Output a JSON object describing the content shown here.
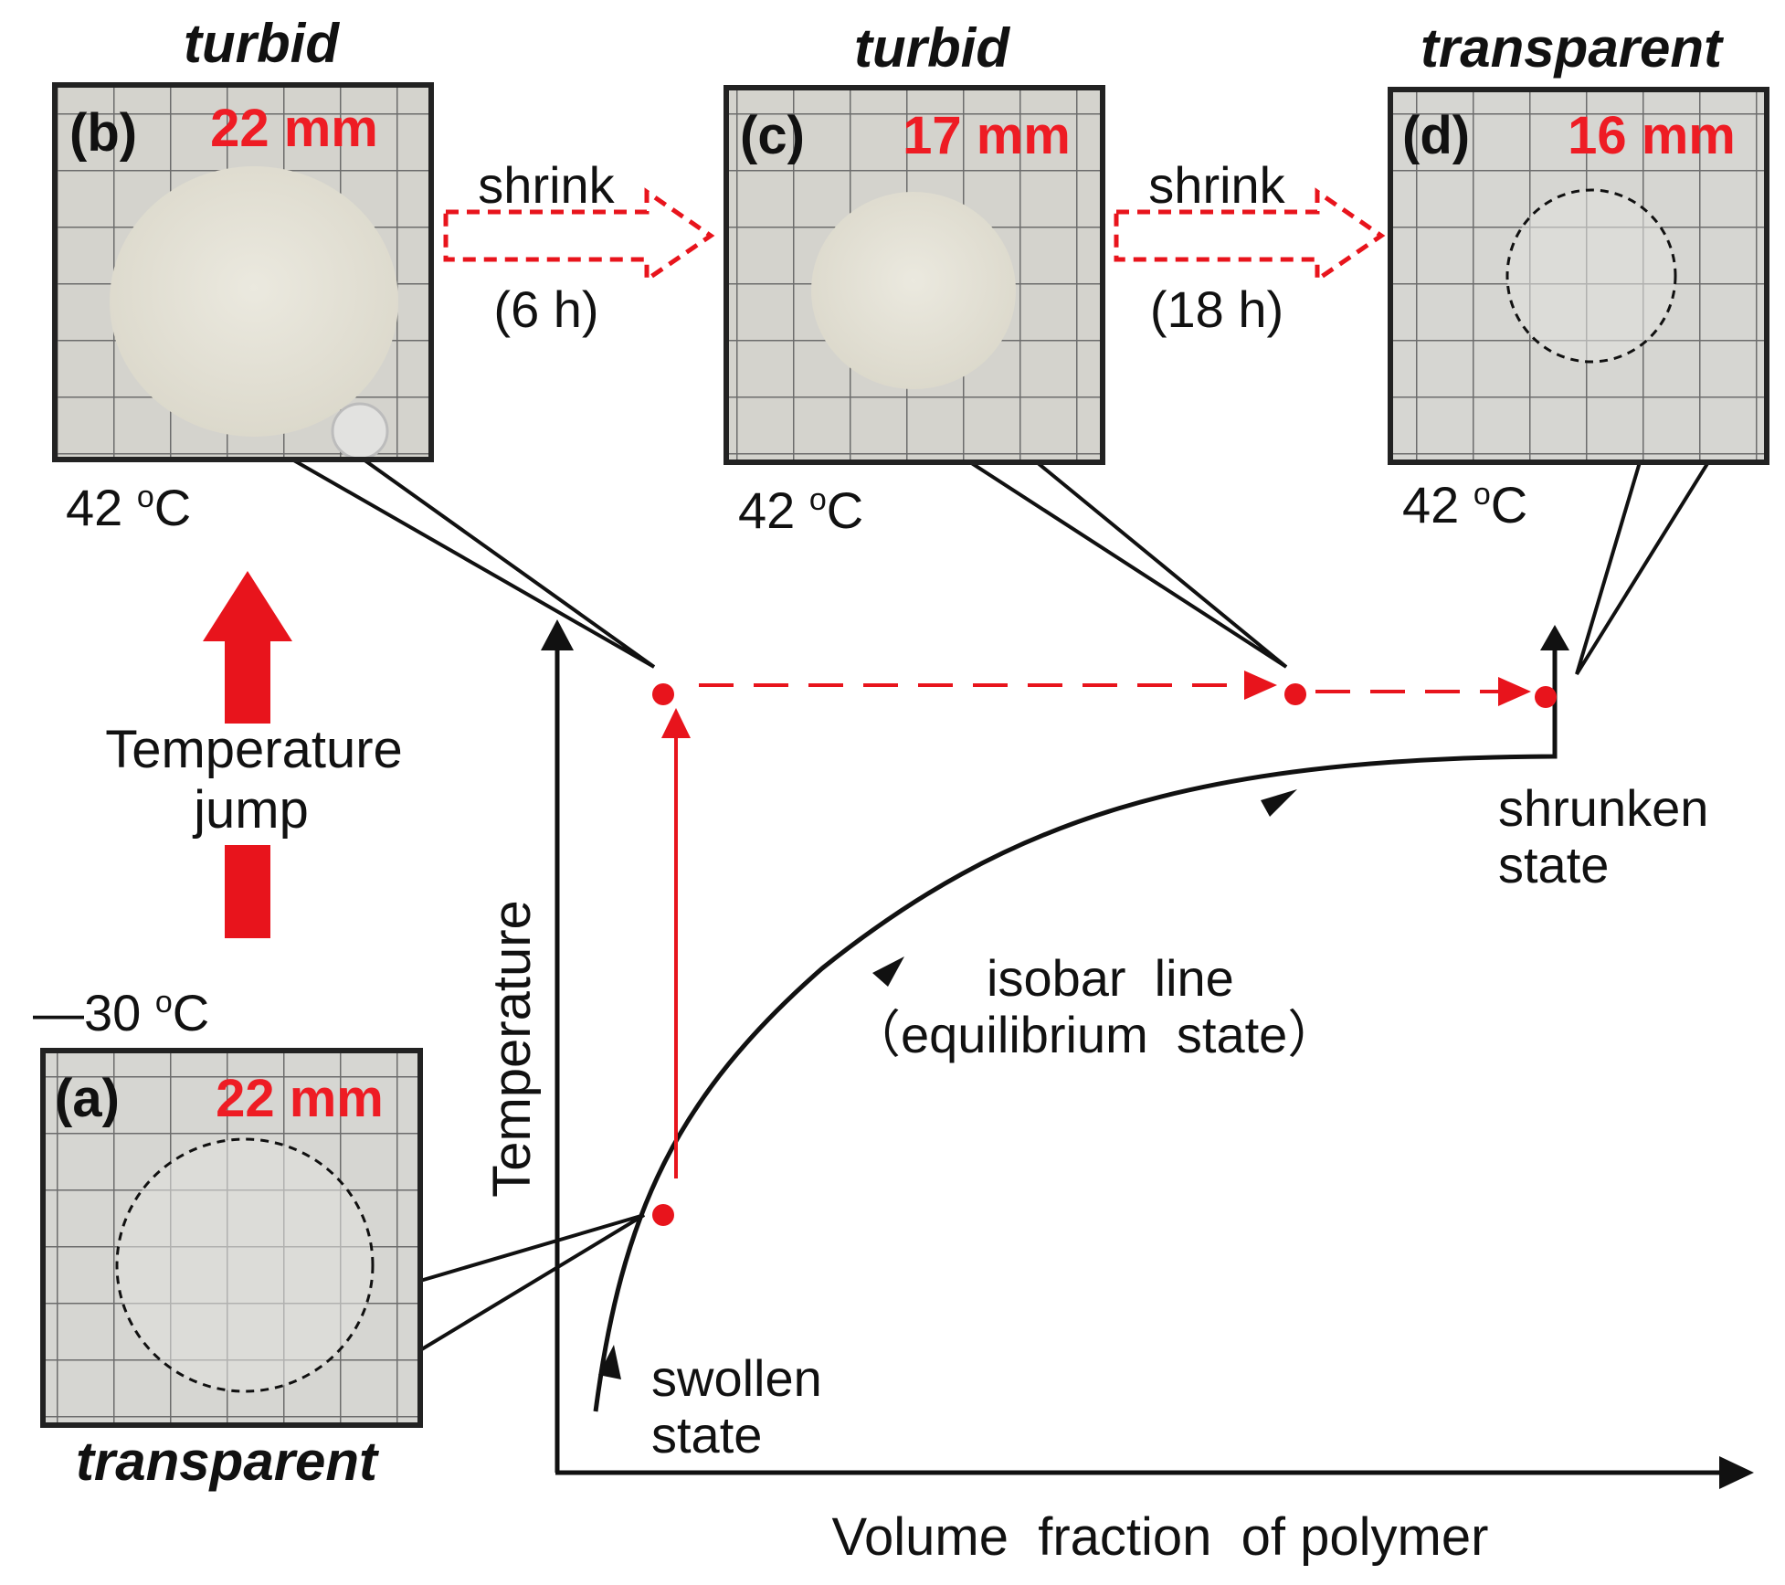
{
  "panels": {
    "a": {
      "label": "(a)",
      "size": "22 mm",
      "appearance": "transparent",
      "temperature": "30",
      "temp_unit_sup": "o",
      "temp_unit": "C",
      "temp_prefix": "—"
    },
    "b": {
      "label": "(b)",
      "size": "22 mm",
      "appearance": "turbid",
      "temperature": "42",
      "temp_unit_sup": "o",
      "temp_unit": "C"
    },
    "c": {
      "label": "(c)",
      "size": "17 mm",
      "appearance": "turbid",
      "temperature": "42",
      "temp_unit_sup": "o",
      "temp_unit": "C"
    },
    "d": {
      "label": "(d)",
      "size": "16 mm",
      "appearance": "transparent",
      "temperature": "42",
      "temp_unit_sup": "o",
      "temp_unit": "C"
    }
  },
  "arrows": {
    "bc": {
      "label": "shrink",
      "duration": "(6 h)"
    },
    "cd": {
      "label": "shrink",
      "duration": "(18 h)"
    }
  },
  "temperature_jump": {
    "line1": "Temperature",
    "line2": "jump"
  },
  "axes": {
    "y_label": "Temperature",
    "x_label": "Volume  fraction  of polymer"
  },
  "curve_labels": {
    "isobar_line1": "isobar  line",
    "isobar_line2": "（equilibrium  state）",
    "swollen_line1": "swollen",
    "swollen_line2": "state",
    "shrunken_line1": "shrunken",
    "shrunken_line2": "state"
  },
  "colors": {
    "accent_red": "#e8141c",
    "text_red": "#ee1c24",
    "photo_gray": "#d4d3cd",
    "disc_turbid": "#e4e2d6",
    "ink": "#111111"
  }
}
